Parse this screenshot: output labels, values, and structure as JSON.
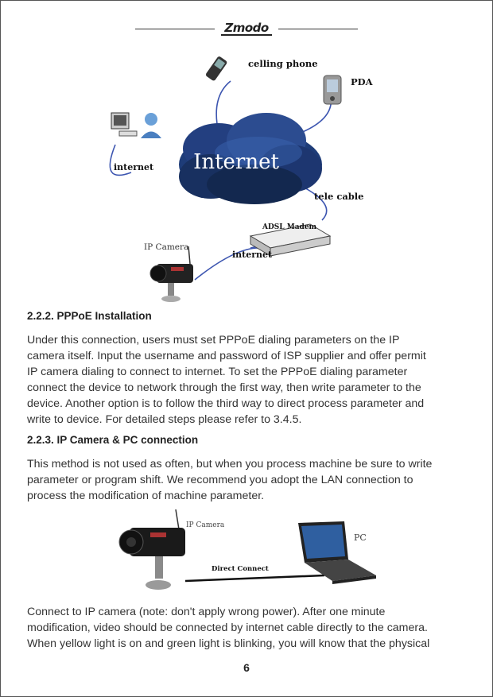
{
  "header": {
    "logo_text": "Zmodo"
  },
  "diagram1": {
    "cloud_label": "Internet",
    "labels": {
      "cell": "celling phone",
      "pda": "PDA",
      "internet_left": "internet",
      "tele": "tele cable",
      "adsl": "ADSL Madem",
      "internet_bottom": "internet",
      "ipcam": "IP Camera"
    }
  },
  "section1": {
    "title": "2.2.2. PPPoE Installation",
    "lines": [
      "Under this connection, users must set PPPoE dialing parameters on the IP",
      "camera itself. Input the username and password of ISP supplier and offer permit",
      "IP camera dialing to connect to internet. To set the PPPoE dialing parameter",
      "connect the device to network through the first way, then write parameter to the",
      "device. Another option is to follow the third way to direct process parameter and",
      "write to device. For detailed steps please refer to 3.4.5."
    ]
  },
  "section2": {
    "title": "2.2.3. IP Camera & PC connection",
    "lines": [
      "This method is not used as often, but when you process machine be sure to write",
      "parameter or program shift. We recommend you adopt the LAN connection to",
      "process the modification of machine parameter."
    ]
  },
  "diagram2": {
    "ipcam": "IP Camera",
    "pc": "PC",
    "link": "Direct Connect"
  },
  "section3": {
    "lines": [
      "Connect to IP camera (note: don't apply wrong power). After one minute",
      "modification, video should be connected by internet cable directly to the camera.",
      "When yellow light is on and green light is blinking, you will know that the physical"
    ]
  },
  "page_number": "6"
}
